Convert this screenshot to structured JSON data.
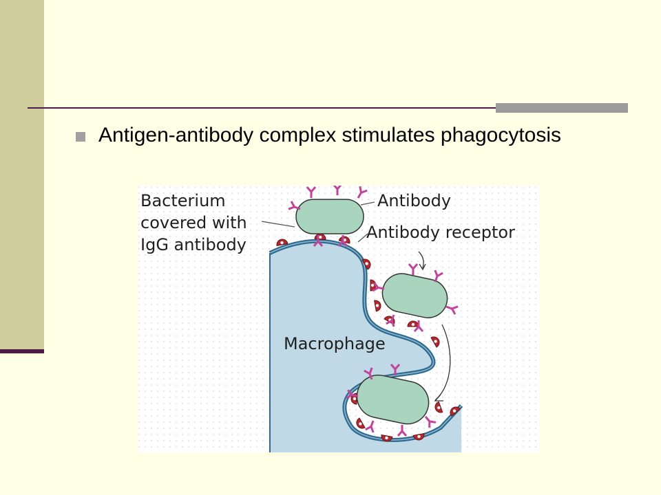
{
  "slide": {
    "bullet": "Antigen-antibody complex stimulates phagocytosis"
  },
  "figure": {
    "labels": {
      "bacterium_line1": "Bacterium",
      "bacterium_line2": "covered with",
      "bacterium_line3": "IgG antibody",
      "antibody": "Antibody",
      "receptor": "Antibody receptor",
      "macrophage": "Macrophage"
    }
  },
  "colors": {
    "background": "#ffffe5",
    "sidebar": "#cfcd9b",
    "accent": "#4d1a4a",
    "macrophage_fill": "#bfd9e6",
    "membrane": "#2f6b8f",
    "bacterium_fill": "#a9d4bd",
    "antibody": "#c3439b",
    "receptor": "#b7282e"
  }
}
